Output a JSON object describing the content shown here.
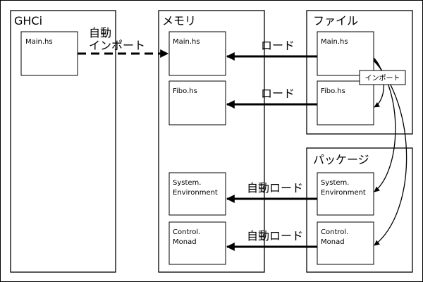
{
  "panels": {
    "ghci": "GHCi",
    "memory": "メモリ",
    "file": "ファイル",
    "package": "パッケージ"
  },
  "ghci_files": [
    "Main.hs"
  ],
  "memory_files": [
    [
      "Main.hs"
    ],
    [
      "Fibo.hs"
    ],
    [
      "System.",
      "Environment"
    ],
    [
      "Control.",
      "Monad"
    ]
  ],
  "file_files": [
    [
      "Main.hs"
    ],
    [
      "Fibo.hs"
    ]
  ],
  "package_files": [
    [
      "System.",
      "Environment"
    ],
    [
      "Control.",
      "Monad"
    ]
  ],
  "arrow_labels": {
    "auto_import_line1": "自動",
    "auto_import_line2": "インポート",
    "load_1": "ロード",
    "load_2": "ロード",
    "auto_load_1": "自動ロード",
    "auto_load_2": "自動ロード",
    "import_tag": "インポート"
  },
  "colors": {
    "stroke": "#000000",
    "background": "#ffffff"
  }
}
